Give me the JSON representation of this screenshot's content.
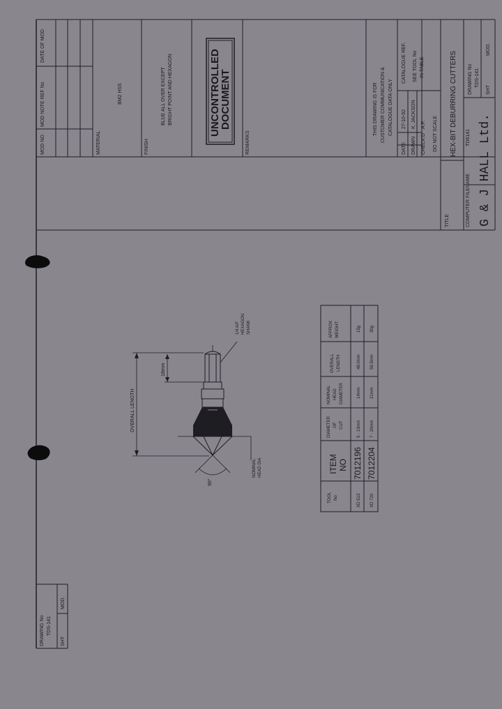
{
  "top_block": {
    "col_headers": [
      "MOD NO",
      "MOD NOTE REF No",
      "DATE OF MOD"
    ],
    "material_label": "MATERIAL",
    "material_value": "BM2 HSS",
    "finish_label": "FINISH",
    "finish_line1": "BLUE ALL OVER EXCEPT",
    "finish_line2": "BRIGHT POINT AND HEXAGON",
    "stamp_line1": "UNCONTROLLED",
    "stamp_line2": "DOCUMENT",
    "remarks_label": "REMARKS",
    "note_line1": "THIS DRAWING IS FOR",
    "note_line2": "CUSTOMER COMMUNICATION &",
    "note_line3": "CATALOGUE DATA ONLY",
    "date_label": "DATE",
    "date_value": "27-10-92",
    "drawn_label": "DRAWN",
    "drawn_value": "K. JACKSON",
    "checked_label": "CHECK'D",
    "checked_value": "A.P.",
    "catalogue_ref_label": "CATALOGUE REF.",
    "catalogue_ref_value1": "SEE TOOL No",
    "catalogue_ref_value2": "IN TABLE",
    "do_not_scale": "DO NOT SCALE",
    "title_label": "TITLE",
    "title_value": "HEX-BIT DEBURRING CUTTERS",
    "filename_label": "COMPUTER FILENAME",
    "filename_value": "TD6141",
    "drawing_no_label": "DRAWING No",
    "drawing_no_value": "TDS-141",
    "sht_label": "SHT",
    "mod_label": "MOD.",
    "company": "G & J HALL Ltd."
  },
  "bottom_block": {
    "drawing_no_label": "DRAWING No",
    "drawing_no_value": "TDS-141",
    "sht_label": "SHT",
    "mod_label": "MOD."
  },
  "drawing": {
    "overall_length": "OVERALL LENGTH",
    "shank_length": "18mm",
    "hex_note_line1": "1/4 A/F",
    "hex_note_line2": "HEXAGON",
    "hex_note_line3": "SHANK",
    "nominal_line1": "NOMINAL",
    "nominal_line2": "HEAD DIA",
    "angle": "90°"
  },
  "table": {
    "headers": [
      [
        "TOOL",
        "No"
      ],
      [
        "ITEM",
        "NO"
      ],
      [
        "DIAMETER",
        "OF",
        "CUT"
      ],
      [
        "NOMINAL",
        "HEAD",
        "DIAMETER"
      ],
      [
        "OVERALL",
        "LENGTH"
      ],
      [
        "APPROX",
        "WEIGHT"
      ]
    ],
    "rows": [
      [
        "XD 513",
        "7012196",
        "5 - 13mm",
        "14mm",
        "48.0mm",
        "15g"
      ],
      [
        "XD 720",
        "7012204",
        "7 - 20mm",
        "21mm",
        "59.5mm",
        "30g"
      ]
    ]
  }
}
